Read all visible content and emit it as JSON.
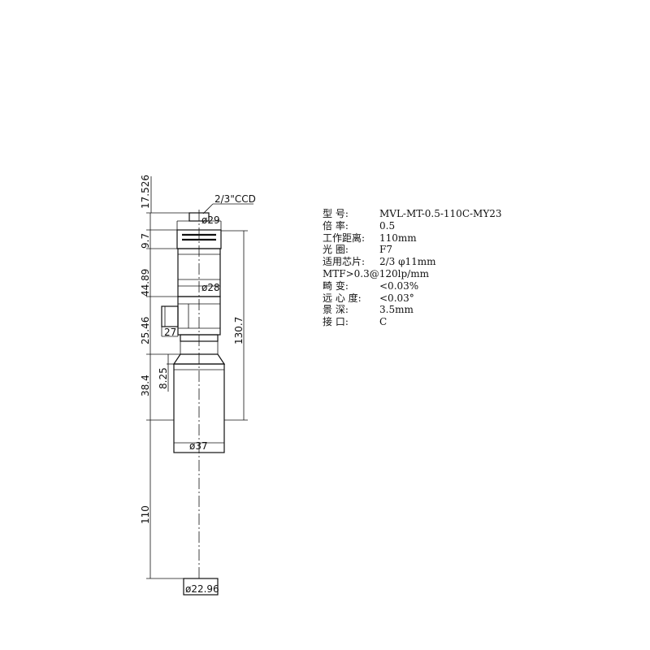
{
  "sensor_label": "2/3\"CCD",
  "dimensions": {
    "d29": "ø29",
    "d28": "ø28",
    "d37": "ø37",
    "d2296": "ø22.96",
    "side27": "27",
    "h17526": "17.526",
    "h97": "9.7",
    "h4489": "44.89",
    "h2546": "25.46",
    "h825": "8.25",
    "h384": "38.4",
    "h110": "110",
    "h1307": "130.7"
  },
  "specs": [
    {
      "key": "型    号:",
      "value": "MVL-MT-0.5-110C-MY23"
    },
    {
      "key": "倍    率:",
      "value": "0.5"
    },
    {
      "key": "工作距离:",
      "value": "110mm"
    },
    {
      "key": "光    圈:",
      "value": "F7"
    },
    {
      "key": "适用芯片:",
      "value": "2/3  φ11mm"
    },
    {
      "key": "MTF>0.3@120lp/mm",
      "value": ""
    },
    {
      "key": "畸    变:",
      "value": "<0.03%"
    },
    {
      "key": "远 心 度:",
      "value": "<0.03°"
    },
    {
      "key": "景    深:",
      "value": "3.5mm"
    },
    {
      "key": "接    口:",
      "value": "C"
    }
  ]
}
